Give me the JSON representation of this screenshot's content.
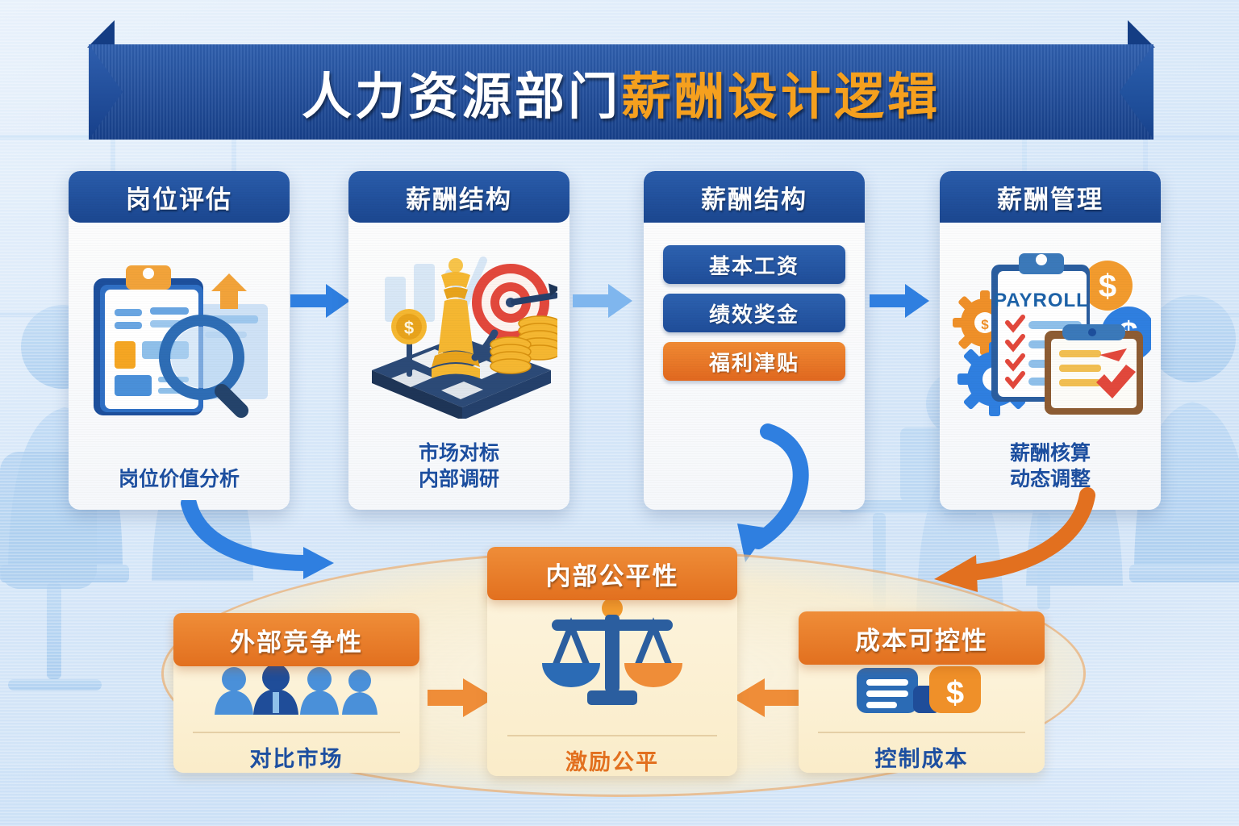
{
  "banner": {
    "title_white": "人力资源部门",
    "title_orange": "薪酬设计逻辑"
  },
  "colors": {
    "brand_blue": "#1f4d99",
    "header_blue": "#22519d",
    "accent_orange": "#e2701f",
    "pill_orange": "#ef8d38",
    "gold": "#f5a01e",
    "panel_cream": "#fdf4dd",
    "text_blue": "#1d4fa0"
  },
  "flow": {
    "arrow_icon": "arrow-right-icon",
    "arrows": [
      {
        "name": "arrow-card1-to-card2",
        "color": "#2f7fe0"
      },
      {
        "name": "arrow-card2-to-card3",
        "color": "#7fb6ee"
      },
      {
        "name": "arrow-card3-to-card4",
        "color": "#2f7fe0"
      }
    ],
    "cards": [
      {
        "id": "card1",
        "header": "岗位评估",
        "caption": "岗位价值分析",
        "icons": [
          "clipboard-icon",
          "magnifier-icon",
          "arrow-up-icon"
        ]
      },
      {
        "id": "card2",
        "header": "薪酬结构",
        "caption_line1": "市场对标",
        "caption_line2": "内部调研",
        "icons": [
          "chess-queen-icon",
          "dartboard-icon",
          "coin-stack-icon",
          "dollar-coin-icon",
          "chessboard-icon"
        ]
      },
      {
        "id": "card3",
        "header": "薪酬结构",
        "pills": [
          {
            "label": "基本工资",
            "style": "blue"
          },
          {
            "label": "绩效奖金",
            "style": "blue"
          },
          {
            "label": "福利津贴",
            "style": "orange"
          }
        ],
        "icons": []
      },
      {
        "id": "card4",
        "header": "薪酬管理",
        "caption_line1": "薪酬核算",
        "caption_line2": "动态调整",
        "payroll_label": "PAYROLL",
        "icons": [
          "payroll-clipboard-icon",
          "gear-icon",
          "dollar-badge-icon",
          "checklist-icon"
        ]
      }
    ]
  },
  "bottom": {
    "bar_top": "内部公平性",
    "bar_left": "外部竞争性",
    "bar_right": "成本可控性",
    "caption_left": "对比市场",
    "caption_center": "激励公平",
    "caption_right": "控制成本",
    "icons": {
      "left": "people-group-icon",
      "center": "balance-scale-icon",
      "right": "cost-card-icon"
    },
    "curved_arrows": [
      {
        "name": "arrow-card2-to-center-down",
        "color": "#2f7fe0"
      },
      {
        "name": "arrow-card4-to-center-down",
        "color": "#e2701f"
      },
      {
        "name": "arrow-left-to-center",
        "color": "#ef8d38"
      },
      {
        "name": "arrow-right-to-center",
        "color": "#ef8d38"
      }
    ]
  },
  "background": {
    "scene": "office-silhouettes-background"
  }
}
